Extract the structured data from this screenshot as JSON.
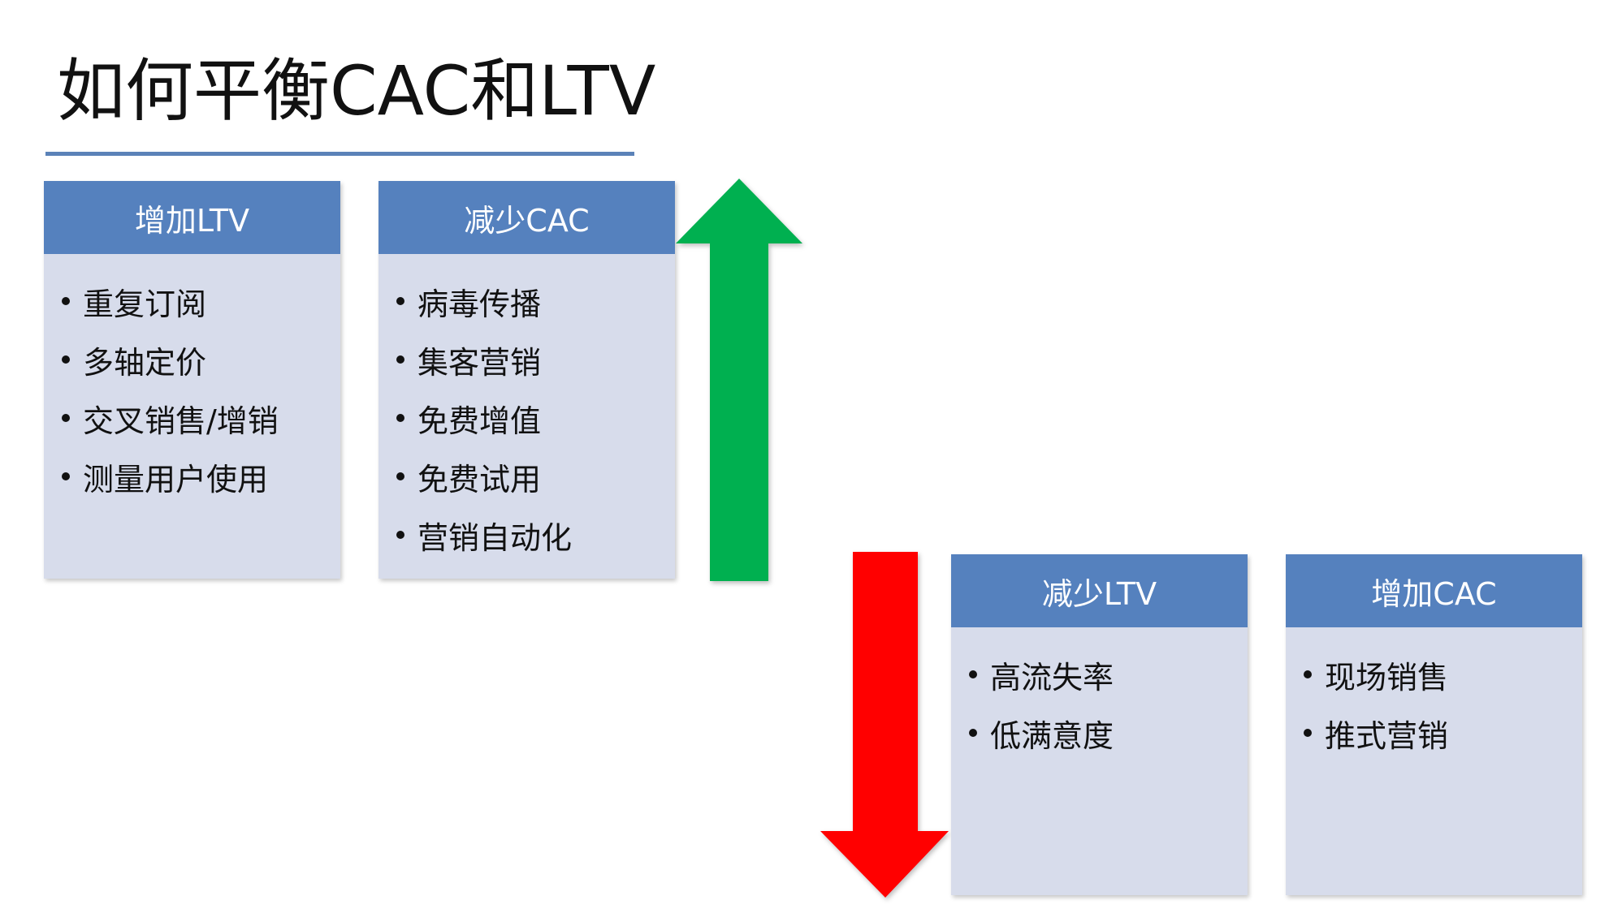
{
  "title": "如何平衡CAC和LTV",
  "colors": {
    "header_blue": "#5581be",
    "card_body": "#d7dceb",
    "title_rule": "#5b82b8",
    "arrow_up": "#00b050",
    "arrow_down": "#ff0000"
  },
  "cards": [
    {
      "header": "增加LTV",
      "items": [
        "重复订阅",
        "多轴定价",
        "交叉销售/增销",
        "测量用户使用"
      ]
    },
    {
      "header": "减少CAC",
      "items": [
        "病毒传播",
        "集客营销",
        "免费增值",
        "免费试用",
        "营销自动化"
      ]
    },
    {
      "header": "减少LTV",
      "items": [
        "高流失率",
        "低满意度"
      ]
    },
    {
      "header": "增加CAC",
      "items": [
        "现场销售",
        "推式营销"
      ]
    }
  ],
  "arrows": {
    "up": {
      "icon": "arrow-up-icon",
      "direction": "up"
    },
    "down": {
      "icon": "arrow-down-icon",
      "direction": "down"
    }
  }
}
